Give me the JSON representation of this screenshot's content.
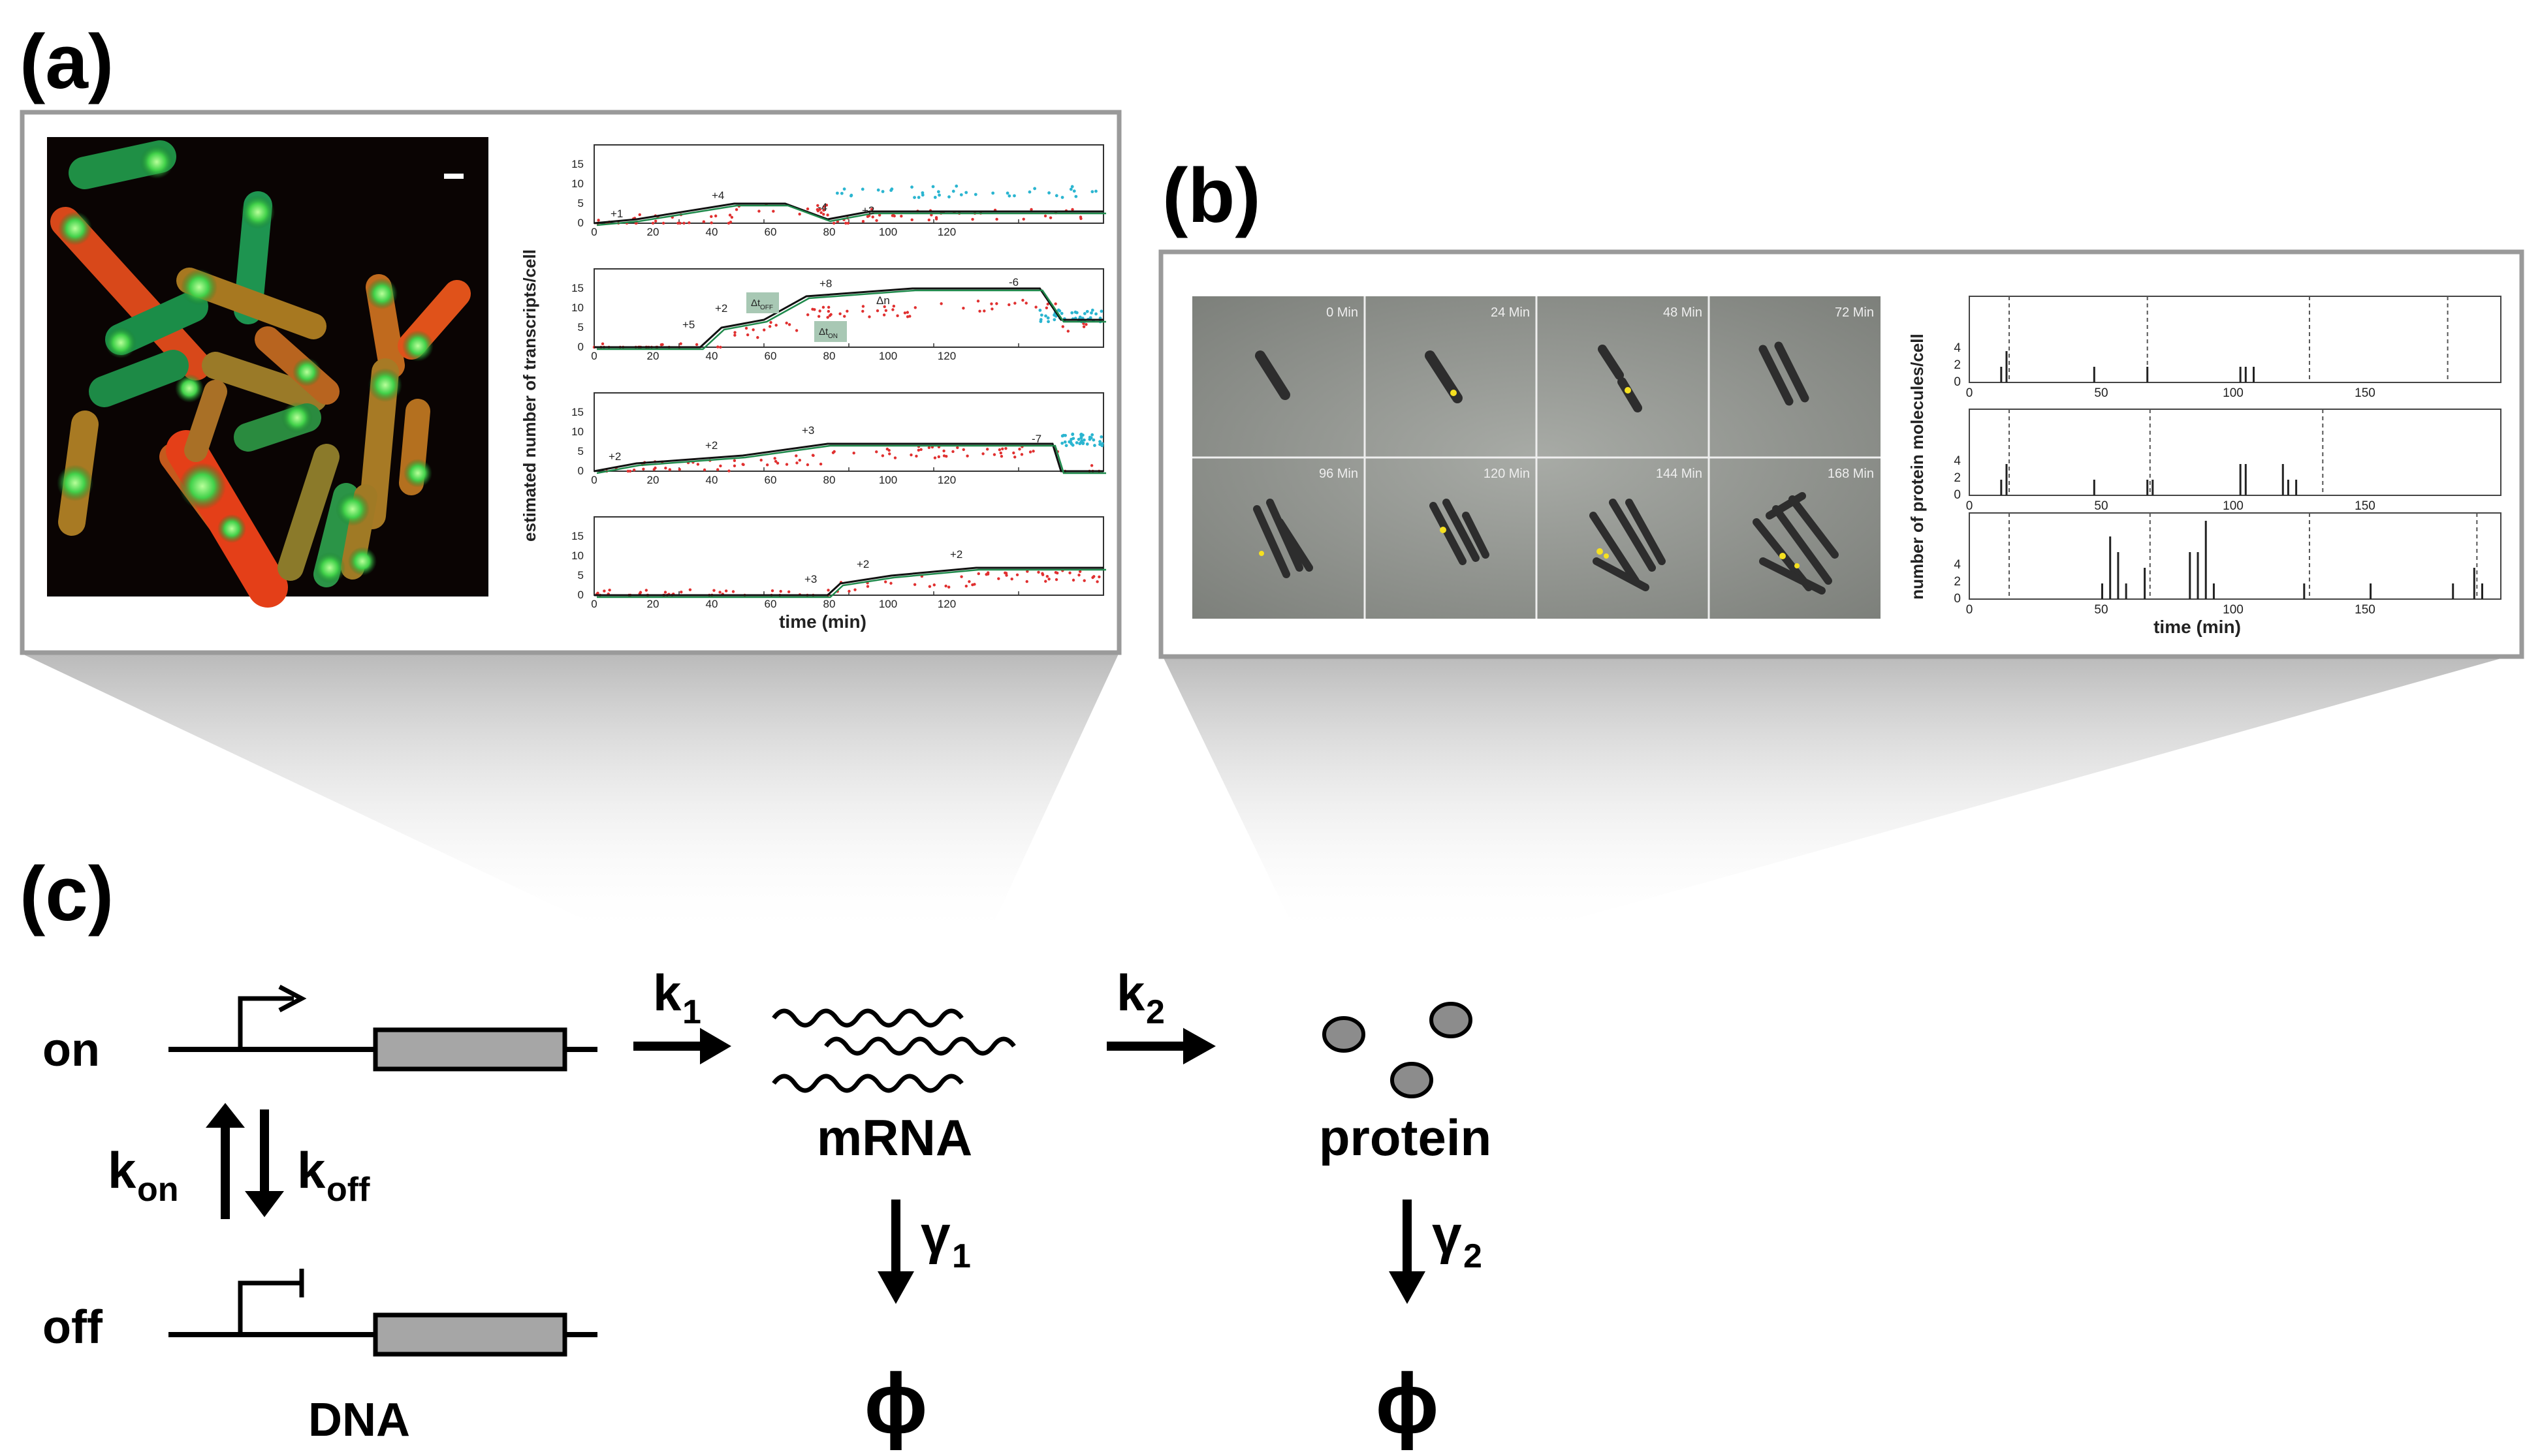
{
  "panels": {
    "a": {
      "label": "(a)"
    },
    "b": {
      "label": "(b)"
    },
    "c": {
      "label": "(c)"
    }
  },
  "panel_a_plots": {
    "ylabel": "estimated number of transcripts/cell",
    "xlabel": "time (min)",
    "x_ticks": [
      "0",
      "20",
      "40",
      "60",
      "80",
      "100",
      "120"
    ],
    "y_ticks": [
      "0",
      "5",
      "10",
      "15"
    ],
    "annotations": {
      "p1": [
        "+1",
        "+4",
        "-4",
        "+2"
      ],
      "p2": [
        "+5",
        "+2",
        "+8",
        "-6",
        "Δn"
      ],
      "p3": [
        "+2",
        "+2",
        "+3",
        "-7"
      ],
      "p4": [
        "+3",
        "+2",
        "+2"
      ]
    },
    "tau_off_label": "Δt",
    "tau_off_sub": "OFF",
    "tau_on_label": "Δt",
    "tau_on_sub": "ON",
    "colors": {
      "step": "#111111",
      "smooth": "#1f8a4c",
      "red_dots": "#e03030",
      "cyan_dots": "#2bb5d0"
    }
  },
  "panel_b_frames": [
    "0 Min",
    "24 Min",
    "48 Min",
    "72 Min",
    "96 Min",
    "120 Min",
    "144 Min",
    "168 Min"
  ],
  "panel_b_plots": {
    "ylabel": "number of protein molecules/cell",
    "xlabel": "time (min)",
    "x_ticks": [
      "0",
      "50",
      "100",
      "150"
    ],
    "y_ticks": [
      "0",
      "2",
      "4"
    ]
  },
  "scheme": {
    "state_on": "on",
    "state_off": "off",
    "k_on": "k",
    "k_on_sub": "on",
    "k_off": "k",
    "k_off_sub": "off",
    "dna": "DNA",
    "k1": "k",
    "k1_sub": "1",
    "mrna": "mRNA",
    "k2": "k",
    "k2_sub": "2",
    "protein": "protein",
    "gamma1": "γ",
    "gamma1_sub": "1",
    "gamma2": "γ",
    "gamma2_sub": "2",
    "phi1": "ϕ",
    "phi2": "ϕ"
  },
  "colors": {
    "frame_border": "#9a9a9a",
    "gene_box": "#a6a6a6",
    "protein_fill": "#8c8c8c"
  }
}
